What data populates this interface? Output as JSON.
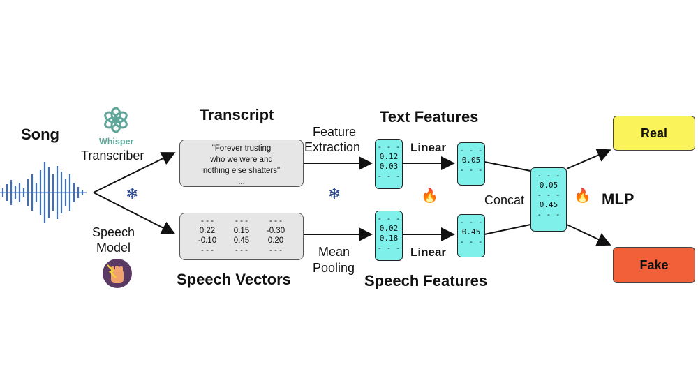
{
  "labels": {
    "song": "Song",
    "whisper": "Whisper",
    "transcriber": "Transcriber",
    "speech_model_line1": "Speech",
    "speech_model_line2": "Model",
    "transcript_title": "Transcript",
    "speech_vectors_title": "Speech Vectors",
    "feature_extraction_line1": "Feature",
    "feature_extraction_line2": "Extraction",
    "mean_pooling_line1": "Mean",
    "mean_pooling_line2": "Pooling",
    "text_features_title": "Text Features",
    "speech_features_title": "Speech Features",
    "linear_top": "Linear",
    "linear_bottom": "Linear",
    "concat": "Concat",
    "mlp": "MLP"
  },
  "transcript_text": {
    "line1": "\"Forever trusting",
    "line2": "who we were and",
    "line3": "nothing else shatters\"",
    "line4": "..."
  },
  "speech_vectors": {
    "row1": [
      "- - -",
      "- - -",
      "- - -"
    ],
    "row2": [
      "0.22",
      "0.15",
      "-0.30"
    ],
    "row3": [
      "-0.10",
      "0.45",
      "0.20"
    ],
    "row4": [
      "- - -",
      "- - -",
      "- - -"
    ]
  },
  "text_feature_vec": [
    "- - -",
    "0.12",
    "0.03",
    "- - -"
  ],
  "speech_feature_vec": [
    "- - -",
    "0.02",
    "0.18",
    "- - -"
  ],
  "text_linear_vec": [
    "- - -",
    "0.05",
    "- - -"
  ],
  "speech_linear_vec": [
    "- - -",
    "0.45",
    "- - -"
  ],
  "concat_vec": [
    "- - -",
    "0.05",
    "- - -",
    "0.45",
    "- - -"
  ],
  "outputs": {
    "real": "Real",
    "fake": "Fake"
  },
  "colors": {
    "vector_fill": "#7ff0ea",
    "real_fill": "#fbf35a",
    "fake_fill": "#f2603a",
    "box_fill": "#e6e6e6",
    "whisper_green": "#5fa79a",
    "frozen_blue": "#1f3f8f"
  },
  "icons": {
    "openai_logo": "whisper-logo-icon",
    "speech_model_logo": "fist-lightning-icon",
    "frozen": "snowflake-icon",
    "trainable": "fire-icon"
  }
}
